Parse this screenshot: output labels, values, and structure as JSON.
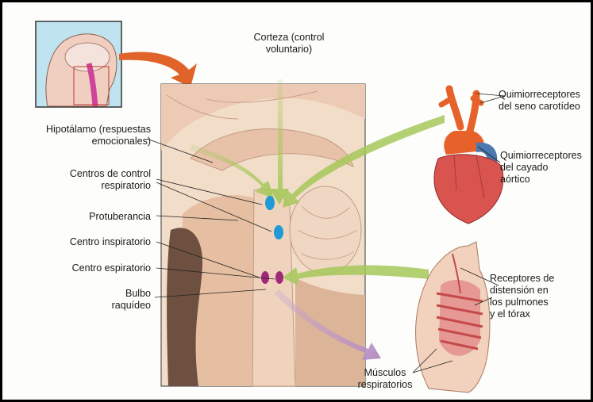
{
  "labels": {
    "cortex": "Corteza (control\nvoluntario)",
    "hypothalamus": "Hipotálamo (respuestas\nemocionales)",
    "resp_centers": "Centros de control\nrespiratorio",
    "pons": "Protuberancia",
    "insp_center": "Centro inspiratorio",
    "exp_center": "Centro espiratorio",
    "medulla": "Bulbo\nraquídeo",
    "carotid_chemo": "Quimiorreceptores\ndel seno carotídeo",
    "aortic_chemo": "Quimiorreceptores\ndel cayado\naórtico",
    "stretch_receptors": "Receptores de\ndistensión en\nlos pulmones\ny el tórax",
    "resp_muscles": "Músculos\nrespiratorios"
  },
  "colors": {
    "green_arrow": "#a6c85a",
    "orange_arrow": "#e0642a",
    "purple_arrow": "#b48cc0",
    "blue_center": "#1f9ad6",
    "magenta_center": "#a02a78"
  }
}
